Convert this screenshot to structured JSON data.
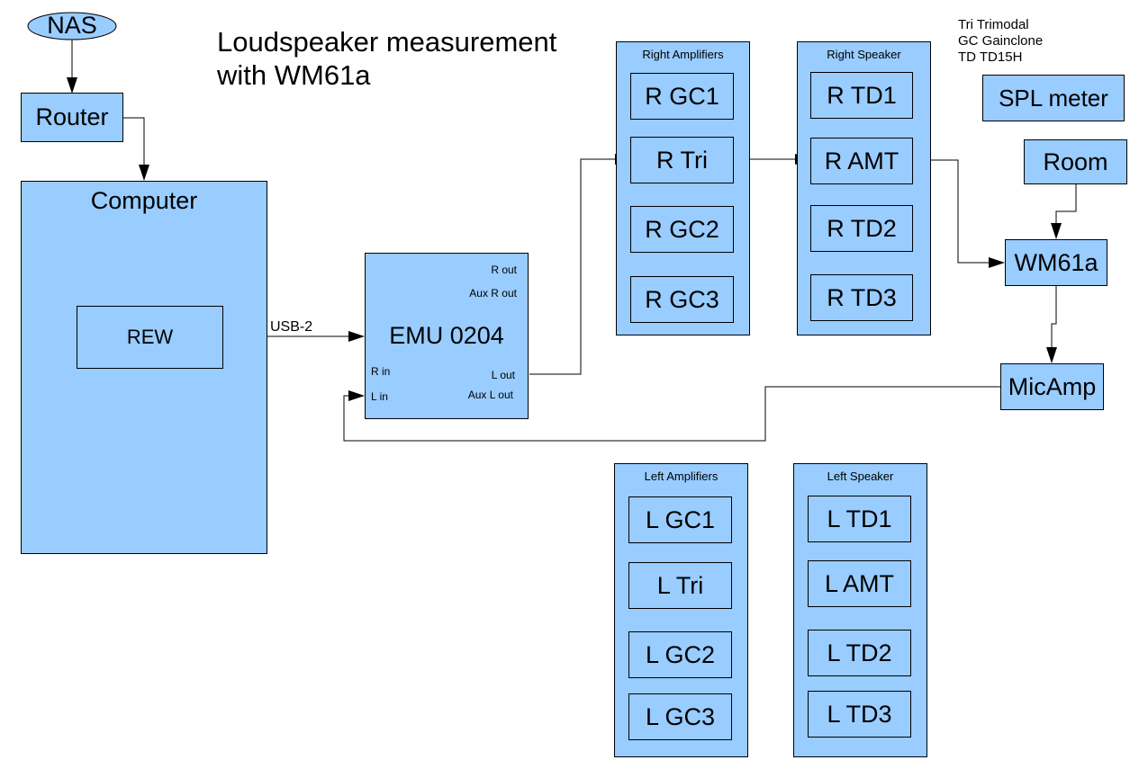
{
  "title": {
    "line1": "Loudspeaker measurement",
    "line2": "with WM61a"
  },
  "legend": [
    "Tri Trimodal",
    "GC Gainclone",
    "TD TD15H"
  ],
  "nodes": {
    "nas": "NAS",
    "router": "Router",
    "computer": "Computer",
    "rew": "REW",
    "usb": "USB-2",
    "emu": {
      "name": "EMU 0204",
      "r_out": "R out",
      "aux_r_out": "Aux R out",
      "r_in": "R in",
      "l_in": "L in",
      "l_out": "L out",
      "aux_l_out": "Aux L out"
    },
    "spl": "SPL meter",
    "room": "Room",
    "wm61a": "WM61a",
    "micamp": "MicAmp"
  },
  "groups": {
    "right_amps": {
      "title": "Right Amplifiers",
      "items": [
        "R GC1",
        "R Tri",
        "R GC2",
        "R GC3"
      ]
    },
    "right_speaker": {
      "title": "Right Speaker",
      "items": [
        "R TD1",
        "R AMT",
        "R TD2",
        "R TD3"
      ]
    },
    "left_amps": {
      "title": "Left Amplifiers",
      "items": [
        "L GC1",
        "L Tri",
        "L GC2",
        "L GC3"
      ]
    },
    "left_speaker": {
      "title": "Left Speaker",
      "items": [
        "L TD1",
        "L AMT",
        "L TD2",
        "L TD3"
      ]
    }
  }
}
